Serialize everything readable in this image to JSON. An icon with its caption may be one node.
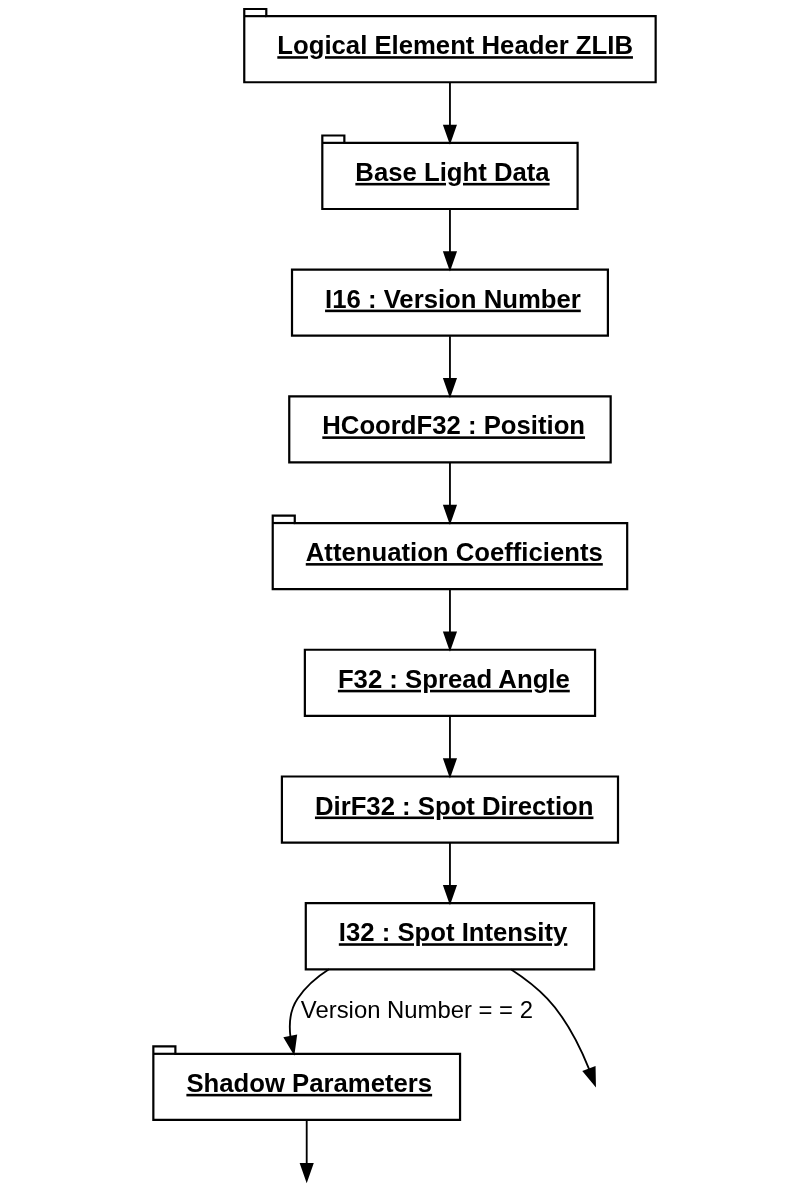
{
  "diagram": {
    "nodes": [
      {
        "text": [
          "Logical Element Header ZLIB"
        ]
      },
      {
        "text": [
          "Base Light Data"
        ]
      },
      {
        "text": [
          "I16 : Version Number"
        ]
      },
      {
        "text": [
          "HCoordF32 : Position"
        ]
      },
      {
        "text": [
          "Attenuation Coefficients"
        ]
      },
      {
        "text": [
          "F32 : Spread Angle"
        ]
      },
      {
        "text": [
          "DirF32 : Spot Direction"
        ]
      },
      {
        "text": [
          "I32 : Spot Intensity"
        ]
      },
      {
        "text": [
          "Shadow Parameters"
        ]
      }
    ],
    "edges": [
      {
        "from": 0,
        "to": 1,
        "arrow": "to"
      },
      {
        "from": 1,
        "to": 2,
        "arrow": "to"
      },
      {
        "from": 2,
        "to": 3,
        "arrow": "to"
      },
      {
        "from": 3,
        "to": 4,
        "arrow": "to"
      },
      {
        "from": 4,
        "to": 5,
        "arrow": "to"
      },
      {
        "from": 5,
        "to": 6,
        "arrow": "to"
      },
      {
        "from": 6,
        "to": 7,
        "arrow": "to"
      },
      {
        "from": 7,
        "to": 8,
        "arrow": "to",
        "label": "Version Number = = 2"
      },
      {
        "from": 7,
        "to": null,
        "arrow": "to"
      },
      {
        "from": 8,
        "to": null,
        "arrow": "to"
      }
    ]
  }
}
